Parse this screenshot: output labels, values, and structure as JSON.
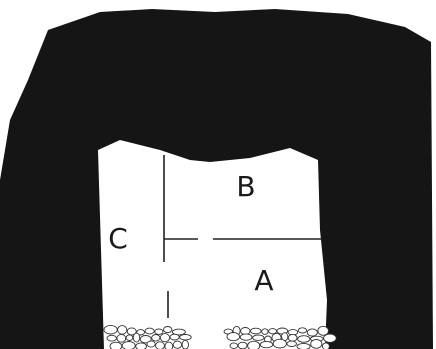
{
  "labels": {
    "a": "A",
    "b": "B",
    "c": "C"
  },
  "colors": {
    "mass": "#151515",
    "background": "#ffffff",
    "line": "#222222",
    "pebble_stroke": "#333333"
  }
}
